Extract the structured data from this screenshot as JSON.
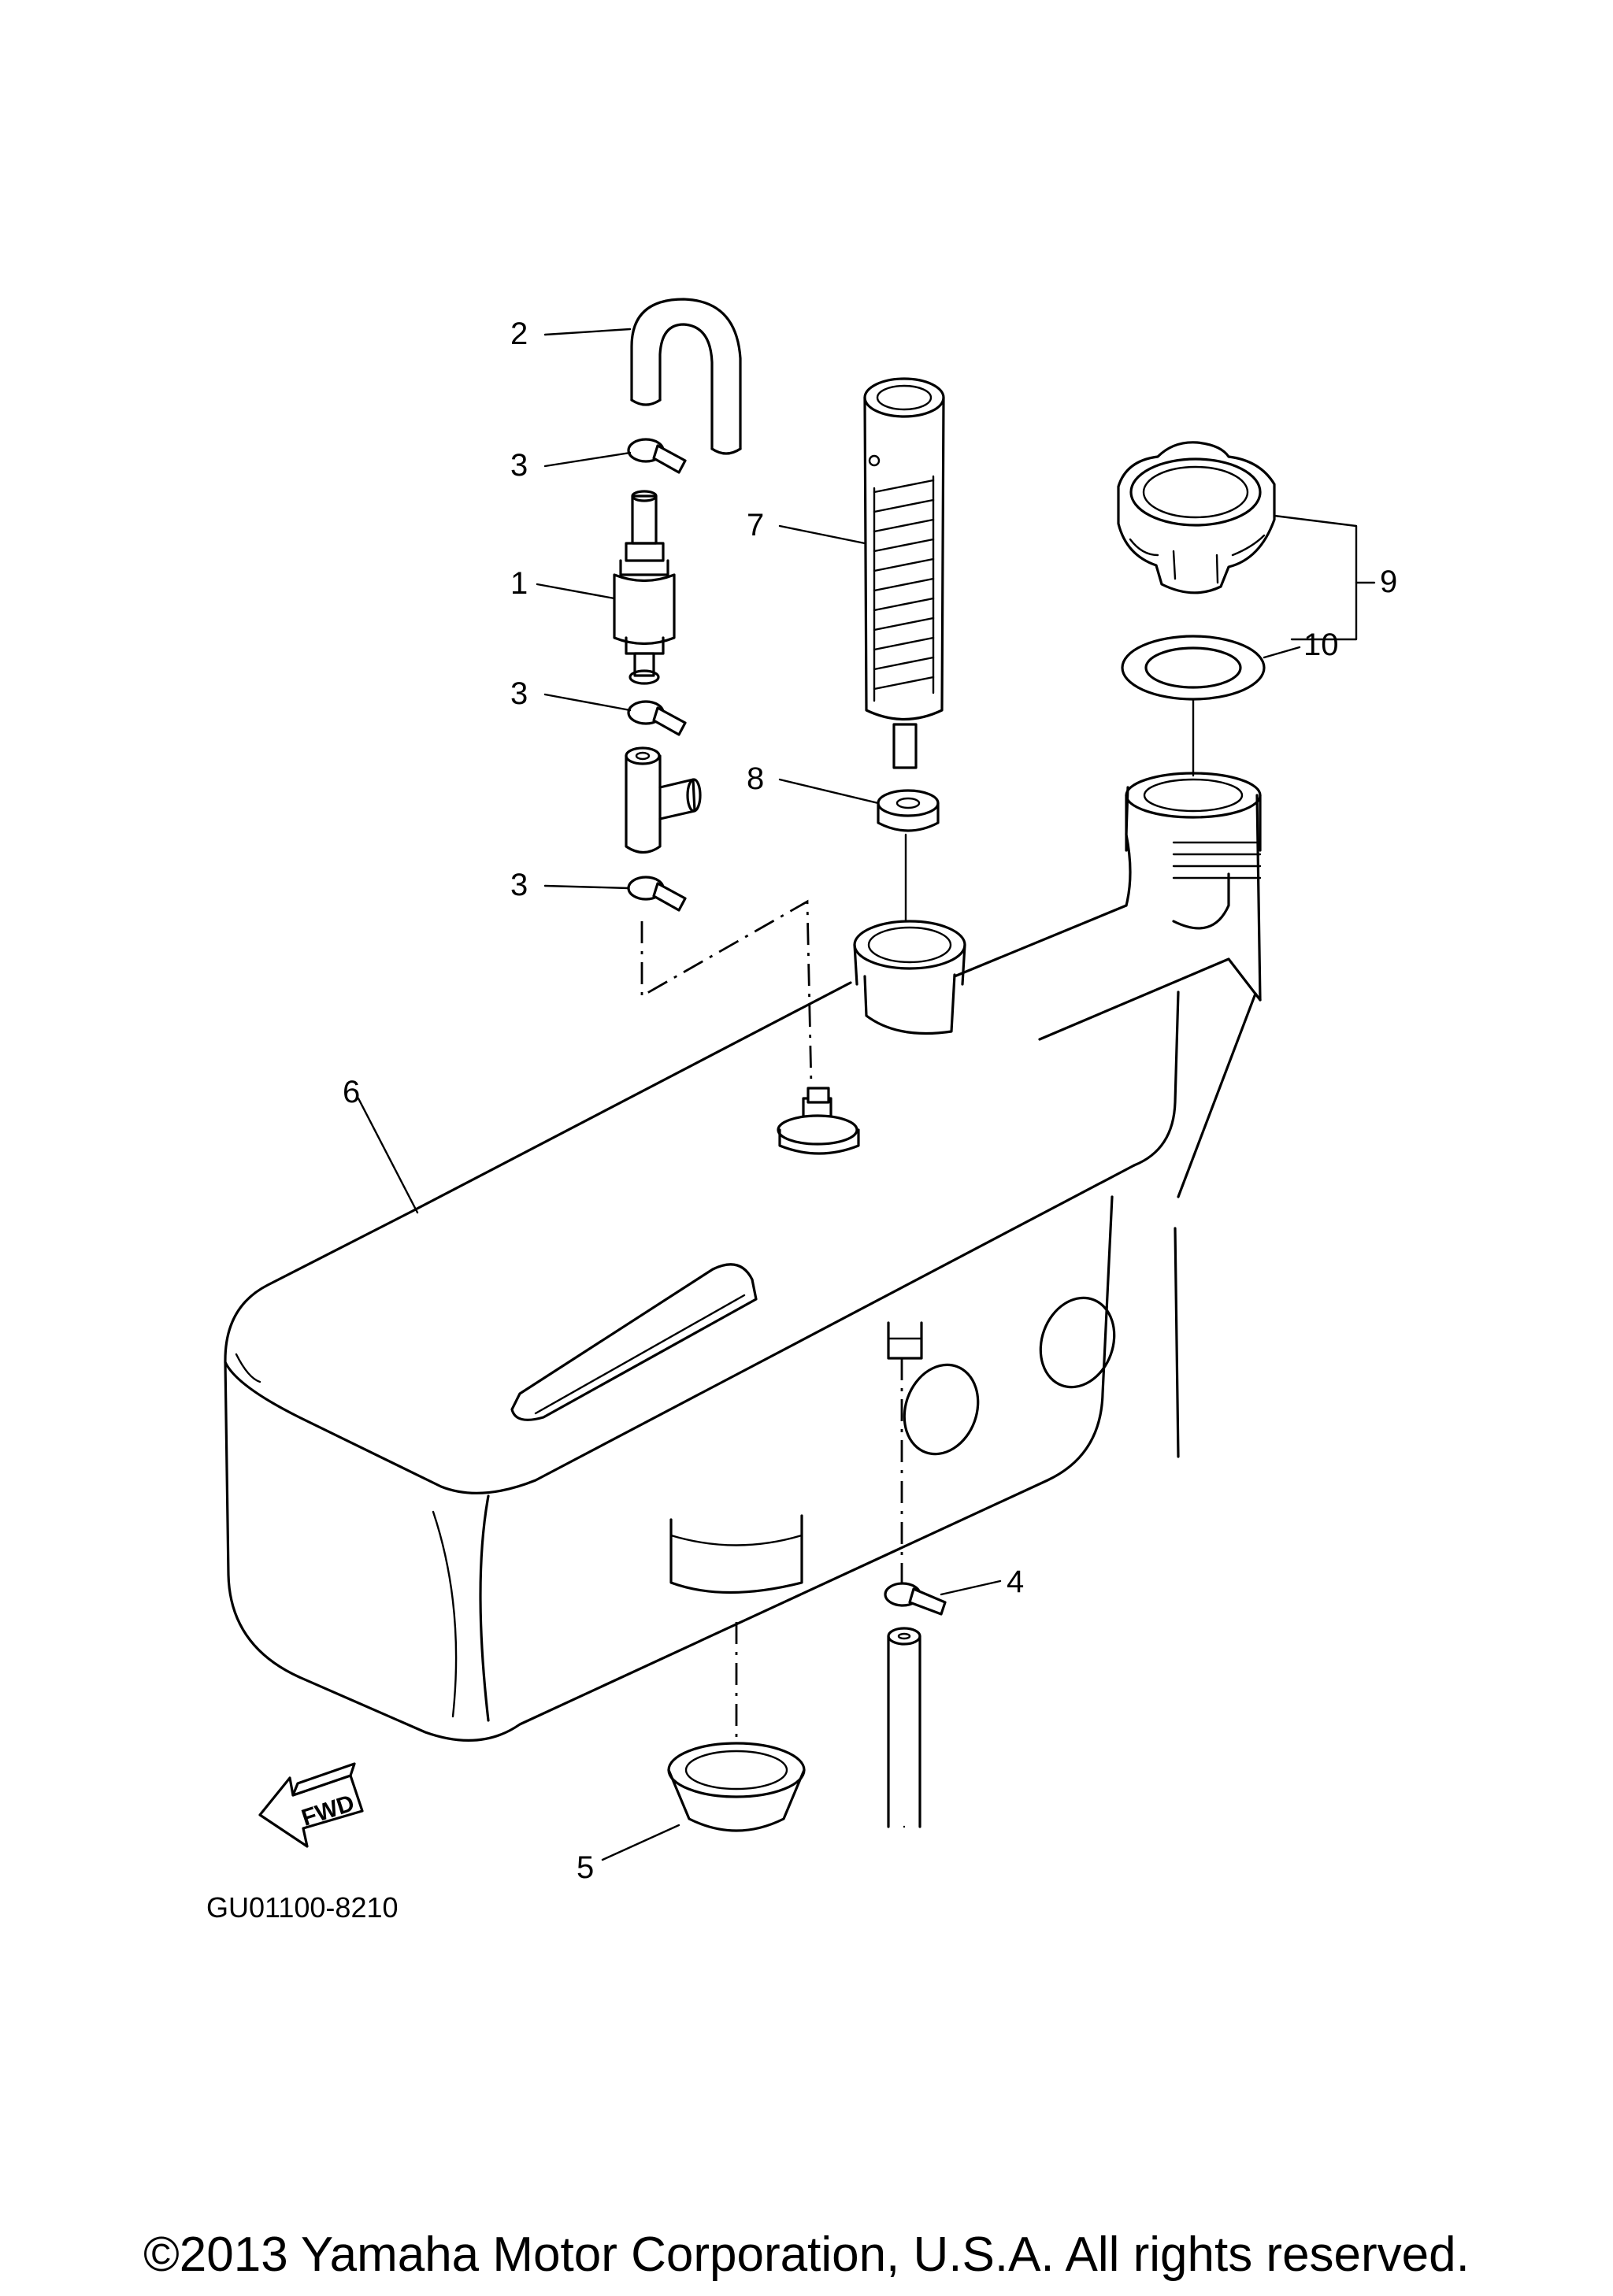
{
  "diagram_code": "GU01100-8210",
  "copyright": "©2013 Yamaha Motor Corporation, U.S.A. All rights reserved.",
  "fwd_label": "FWD",
  "callouts": [
    {
      "id": "callout-1",
      "number": "1"
    },
    {
      "id": "callout-2",
      "number": "2"
    },
    {
      "id": "callout-3a",
      "number": "3"
    },
    {
      "id": "callout-3b",
      "number": "3"
    },
    {
      "id": "callout-3c",
      "number": "3"
    },
    {
      "id": "callout-4",
      "number": "4"
    },
    {
      "id": "callout-5",
      "number": "5"
    },
    {
      "id": "callout-6",
      "number": "6"
    },
    {
      "id": "callout-7",
      "number": "7"
    },
    {
      "id": "callout-8",
      "number": "8"
    },
    {
      "id": "callout-9",
      "number": "9"
    },
    {
      "id": "callout-10",
      "number": "10"
    }
  ]
}
